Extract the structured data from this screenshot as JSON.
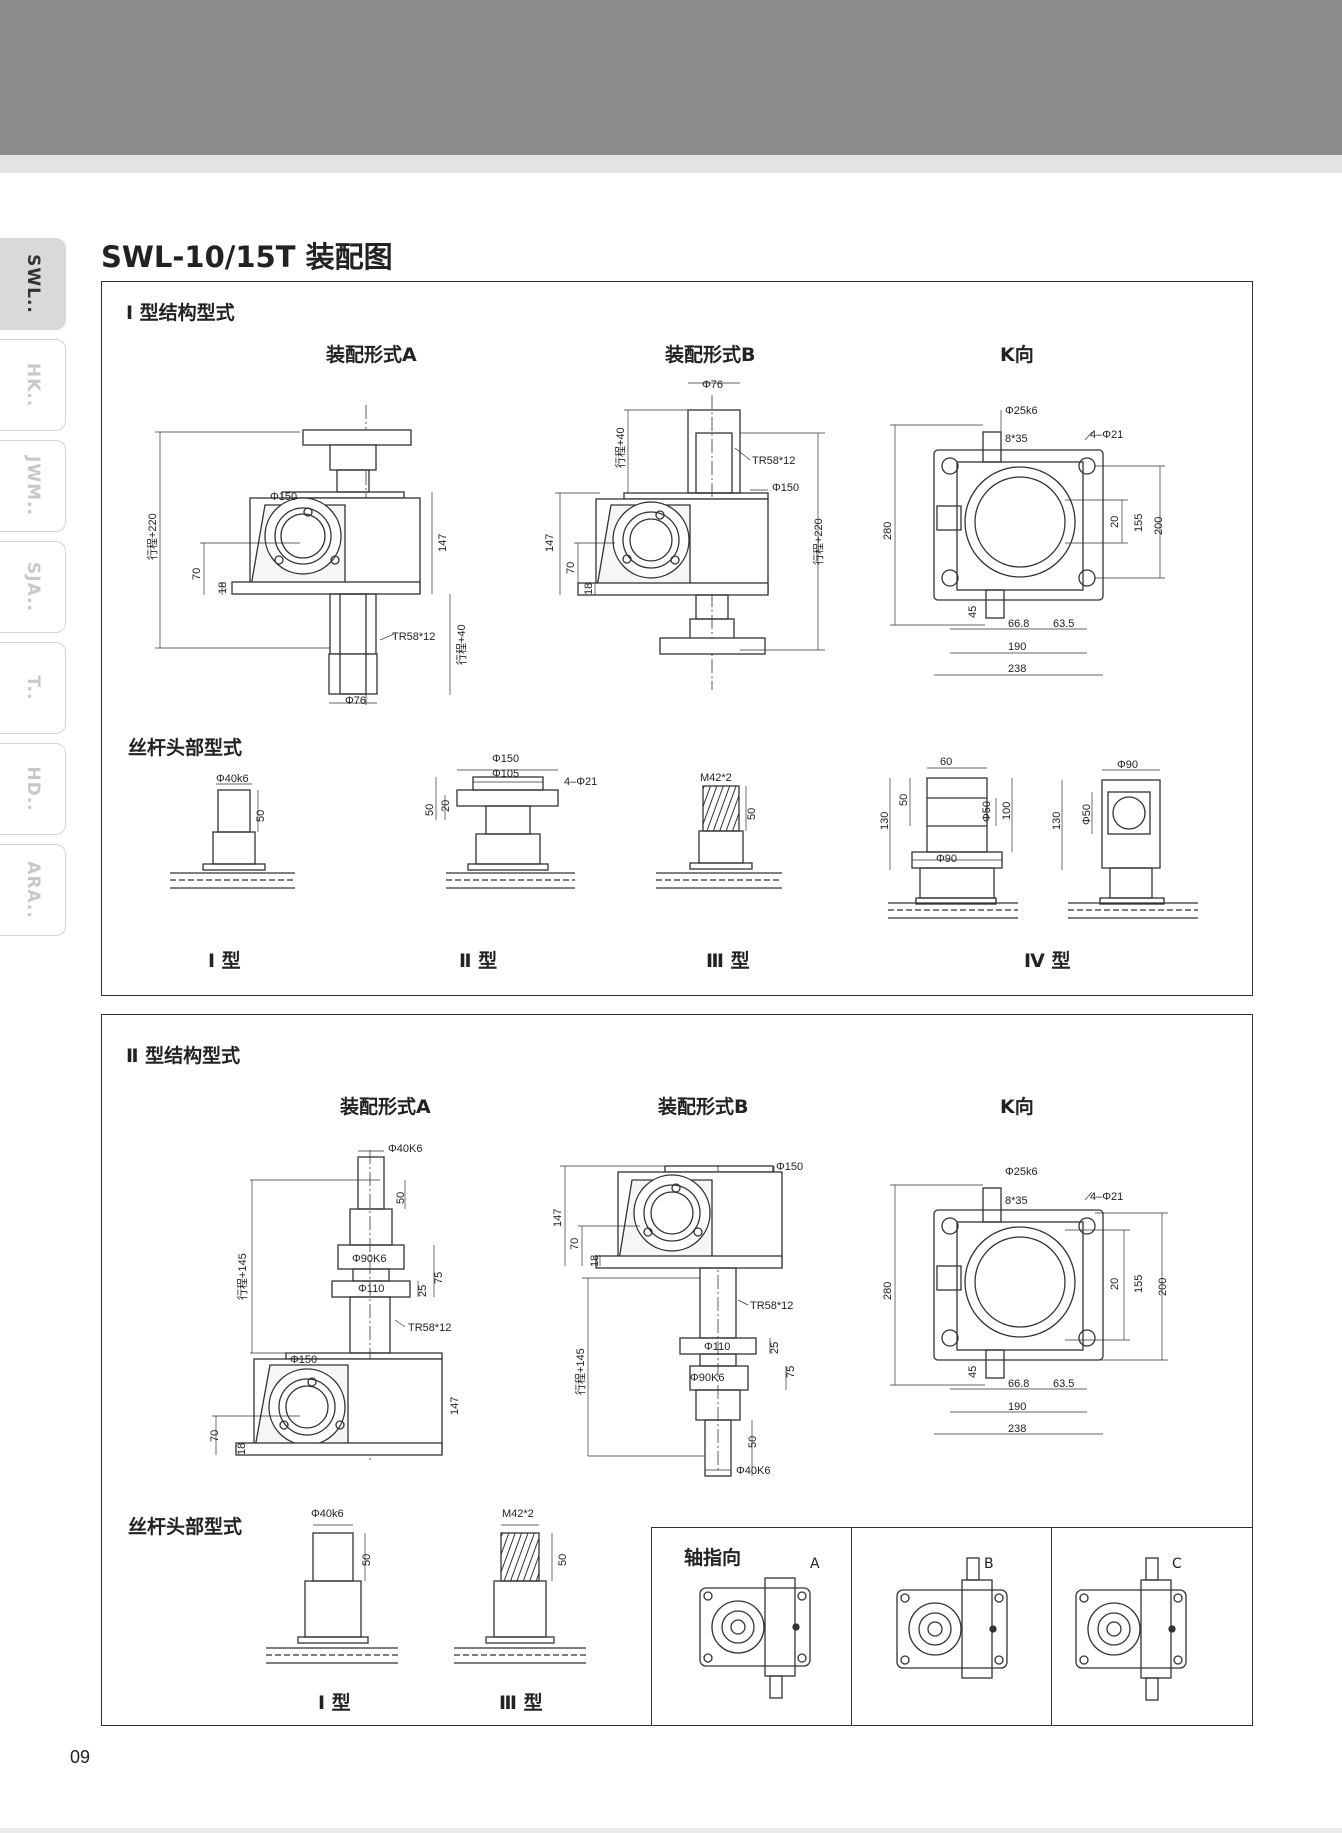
{
  "page": {
    "title": "SWL-10/15T 装配图",
    "number": "09"
  },
  "side_tabs": [
    {
      "label": "SWL..",
      "active": true
    },
    {
      "label": "HK..",
      "active": false
    },
    {
      "label": "JWM..",
      "active": false
    },
    {
      "label": "SJA..",
      "active": false
    },
    {
      "label": "T..",
      "active": false
    },
    {
      "label": "HD..",
      "active": false
    },
    {
      "label": "ARA..",
      "active": false
    }
  ],
  "section1": {
    "title": "I 型结构型式",
    "view_a": "装配形式A",
    "view_b": "装配形式B",
    "view_k": "K向",
    "head_title": "丝杆头部型式",
    "types": [
      "I 型",
      "Ⅱ 型",
      "Ⅲ 型",
      "Ⅳ 型"
    ],
    "dims_a": {
      "d150": "Φ150",
      "stroke": "行程+220",
      "h147": "147",
      "h70": "70",
      "h18": "18",
      "thread": "TR58*12",
      "stroke40": "行程+40",
      "d76": "Φ76"
    },
    "dims_b": {
      "d76": "Φ76",
      "stroke40": "行程+40",
      "thread": "TR58*12",
      "d150": "Φ150",
      "h147": "147",
      "h70": "70",
      "h18": "18",
      "stroke": "行程+220"
    },
    "dims_k": {
      "shaft": "Φ25k6",
      "key": "8*35",
      "holes": "4–Φ21",
      "h280": "280",
      "h20": "20",
      "h155": "155",
      "h200": "200",
      "w45": "45",
      "w668": "66.8",
      "w635": "63.5",
      "w190": "190",
      "w238": "238"
    },
    "head_dims": {
      "t1_d": "Φ40k6",
      "t1_h": "50",
      "t2_d150": "Φ150",
      "t2_d105": "Φ105",
      "t2_holes": "4–Φ21",
      "t2_h50": "50",
      "t2_h20": "20",
      "t3_m": "M42*2",
      "t3_h": "50",
      "t4_w60": "60",
      "t4_h50": "50",
      "t4_d50": "Φ50",
      "t4_h100": "100",
      "t4_h130": "130",
      "t4_d90": "Φ90",
      "t4b_d90": "Φ90",
      "t4b_h130": "130",
      "t4b_d50": "Φ50"
    }
  },
  "section2": {
    "title": "Ⅱ 型结构型式",
    "view_a": "装配形式A",
    "view_b": "装配形式B",
    "view_k": "K向",
    "head_title": "丝杆头部型式",
    "types": [
      "I 型",
      "Ⅲ 型"
    ],
    "axis_title": "轴指向",
    "axis_labels": [
      "A",
      "B",
      "C"
    ],
    "dims_a": {
      "d40": "Φ40K6",
      "h50": "50",
      "stroke": "行程+145",
      "d90": "Φ90K6",
      "h75": "75",
      "d110": "Φ110",
      "h25": "25",
      "thread": "TR58*12",
      "d150": "Φ150",
      "h147": "147",
      "h70": "70",
      "h18": "18"
    },
    "dims_b": {
      "d150": "Φ150",
      "h147": "147",
      "h70": "70",
      "h18": "18",
      "thread": "TR58*12",
      "d110": "Φ110",
      "h25": "25",
      "d90": "Φ90K6",
      "h75": "75",
      "stroke": "行程+145",
      "h50": "50",
      "d40": "Φ40K6"
    },
    "dims_k": {
      "shaft": "Φ25k6",
      "key": "8*35",
      "holes": "4–Φ21",
      "h280": "280",
      "h20": "20",
      "h155": "155",
      "h200": "200",
      "w45": "45",
      "w668": "66.8",
      "w635": "63.5",
      "w190": "190",
      "w238": "238"
    },
    "head_dims": {
      "t1_d": "Φ40k6",
      "t1_h": "50",
      "t3_m": "M42*2",
      "t3_h": "50"
    }
  }
}
